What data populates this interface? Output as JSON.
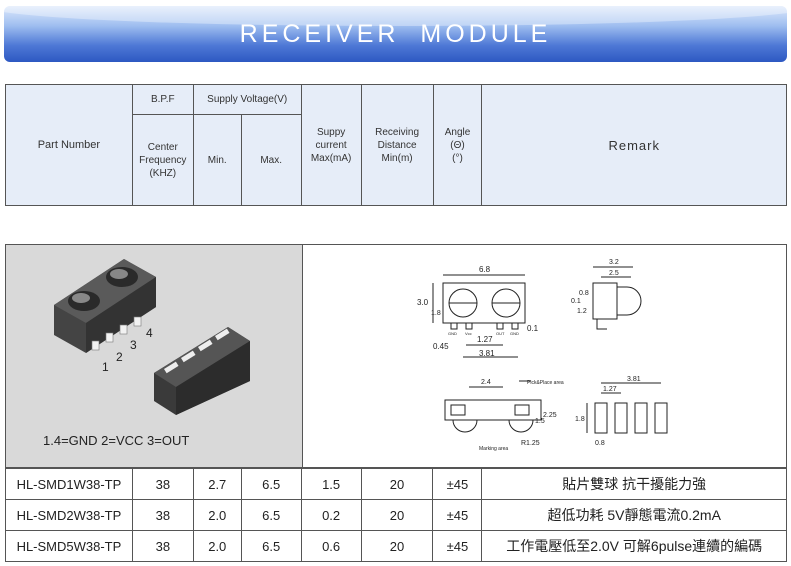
{
  "banner": {
    "title": "RECEIVER  MODULE"
  },
  "header": {
    "part_number": "Part Number",
    "bpf": "B.P.F",
    "center_freq": [
      "Center",
      "Frequency",
      "(KHZ)"
    ],
    "supply_voltage": "Supply Voltage(V)",
    "min": "Min.",
    "max": "Max.",
    "supply_current": [
      "Suppy",
      "current",
      "Max(mA)"
    ],
    "receiving_distance": [
      "Receiving",
      "Distance",
      "Min(m)"
    ],
    "angle": [
      "Angle",
      "(Θ)",
      "(°)"
    ],
    "remark": "Remark"
  },
  "photo": {
    "pin_labels": [
      "1",
      "2",
      "3",
      "4"
    ],
    "caption": "1.4=GND 2=VCC 3=OUT"
  },
  "drawing": {
    "top_view": {
      "width": "6.8",
      "height": "3.0",
      "lens": "1.8",
      "pitch": "1.27",
      "pin_w": "0.45",
      "span": "3.81",
      "offset": "0.1",
      "pin_texts": [
        "GND",
        "Vcc",
        "OUT",
        "GND"
      ]
    },
    "side_view": {
      "depth": "3.2",
      "depth2": "2.5",
      "d1": "0.8",
      "d2": "0.1",
      "d3": "1.2"
    },
    "front_view": {
      "w": "2.4",
      "pick_place": "Pick&Place area",
      "h": "2.25",
      "h2": "1.5",
      "radius": "R1.25",
      "marking": "Marking area"
    },
    "pad_view": {
      "span": "3.81",
      "pitch": "1.27",
      "pad_h": "1.8",
      "pad_w": "0.8"
    }
  },
  "rows": [
    {
      "part": "HL-SMD1W38-TP",
      "freq": "38",
      "vmin": "2.7",
      "vmax": "6.5",
      "current": "1.5",
      "distance": "20",
      "angle": "±45",
      "remark": "貼片雙球 抗干擾能力強"
    },
    {
      "part": "HL-SMD2W38-TP",
      "freq": "38",
      "vmin": "2.0",
      "vmax": "6.5",
      "current": "0.2",
      "distance": "20",
      "angle": "±45",
      "remark": "超低功耗 5V靜態電流0.2mA"
    },
    {
      "part": "HL-SMD5W38-TP",
      "freq": "38",
      "vmin": "2.0",
      "vmax": "6.5",
      "current": "0.6",
      "distance": "20",
      "angle": "±45",
      "remark": "工作電壓低至2.0V 可解6pulse連續的編碼"
    }
  ]
}
